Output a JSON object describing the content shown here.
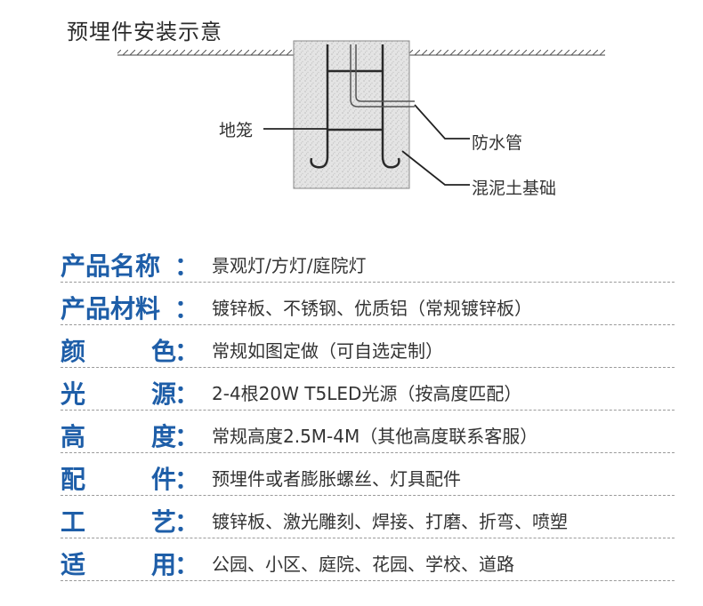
{
  "diagram": {
    "title": "预埋件安装示意",
    "labels": {
      "cage": "地笼",
      "pipe": "防水管",
      "foundation": "混泥土基础"
    }
  },
  "specs": [
    {
      "label": "产品名称",
      "value": "景观灯/方灯/庭院灯"
    },
    {
      "label": "产品材料",
      "value": "镀锌板、不锈钢、优质铝（常规镀锌板）"
    },
    {
      "label": "颜色",
      "label_chars": [
        "颜",
        "色"
      ],
      "value": "常规如图定做（可自选定制）"
    },
    {
      "label": "光源",
      "label_chars": [
        "光",
        "源"
      ],
      "value": "2-4根20W T5LED光源（按高度匹配）"
    },
    {
      "label": "高度",
      "label_chars": [
        "高",
        "度"
      ],
      "value": "常规高度2.5M-4M（其他高度联系客服）"
    },
    {
      "label": "配件",
      "label_chars": [
        "配",
        "件"
      ],
      "value": "预埋件或者膨胀螺丝、灯具配件"
    },
    {
      "label": "工艺",
      "label_chars": [
        "工",
        "艺"
      ],
      "value": "镀锌板、激光雕刻、焊接、打磨、折弯、喷塑"
    },
    {
      "label": "适用",
      "label_chars": [
        "适",
        "用"
      ],
      "value": "公园、小区、庭院、花园、学校、道路"
    }
  ],
  "colon": "：",
  "colors": {
    "accent": "#1e5ea8",
    "text": "#333333",
    "divider": "#9a9a9a"
  }
}
